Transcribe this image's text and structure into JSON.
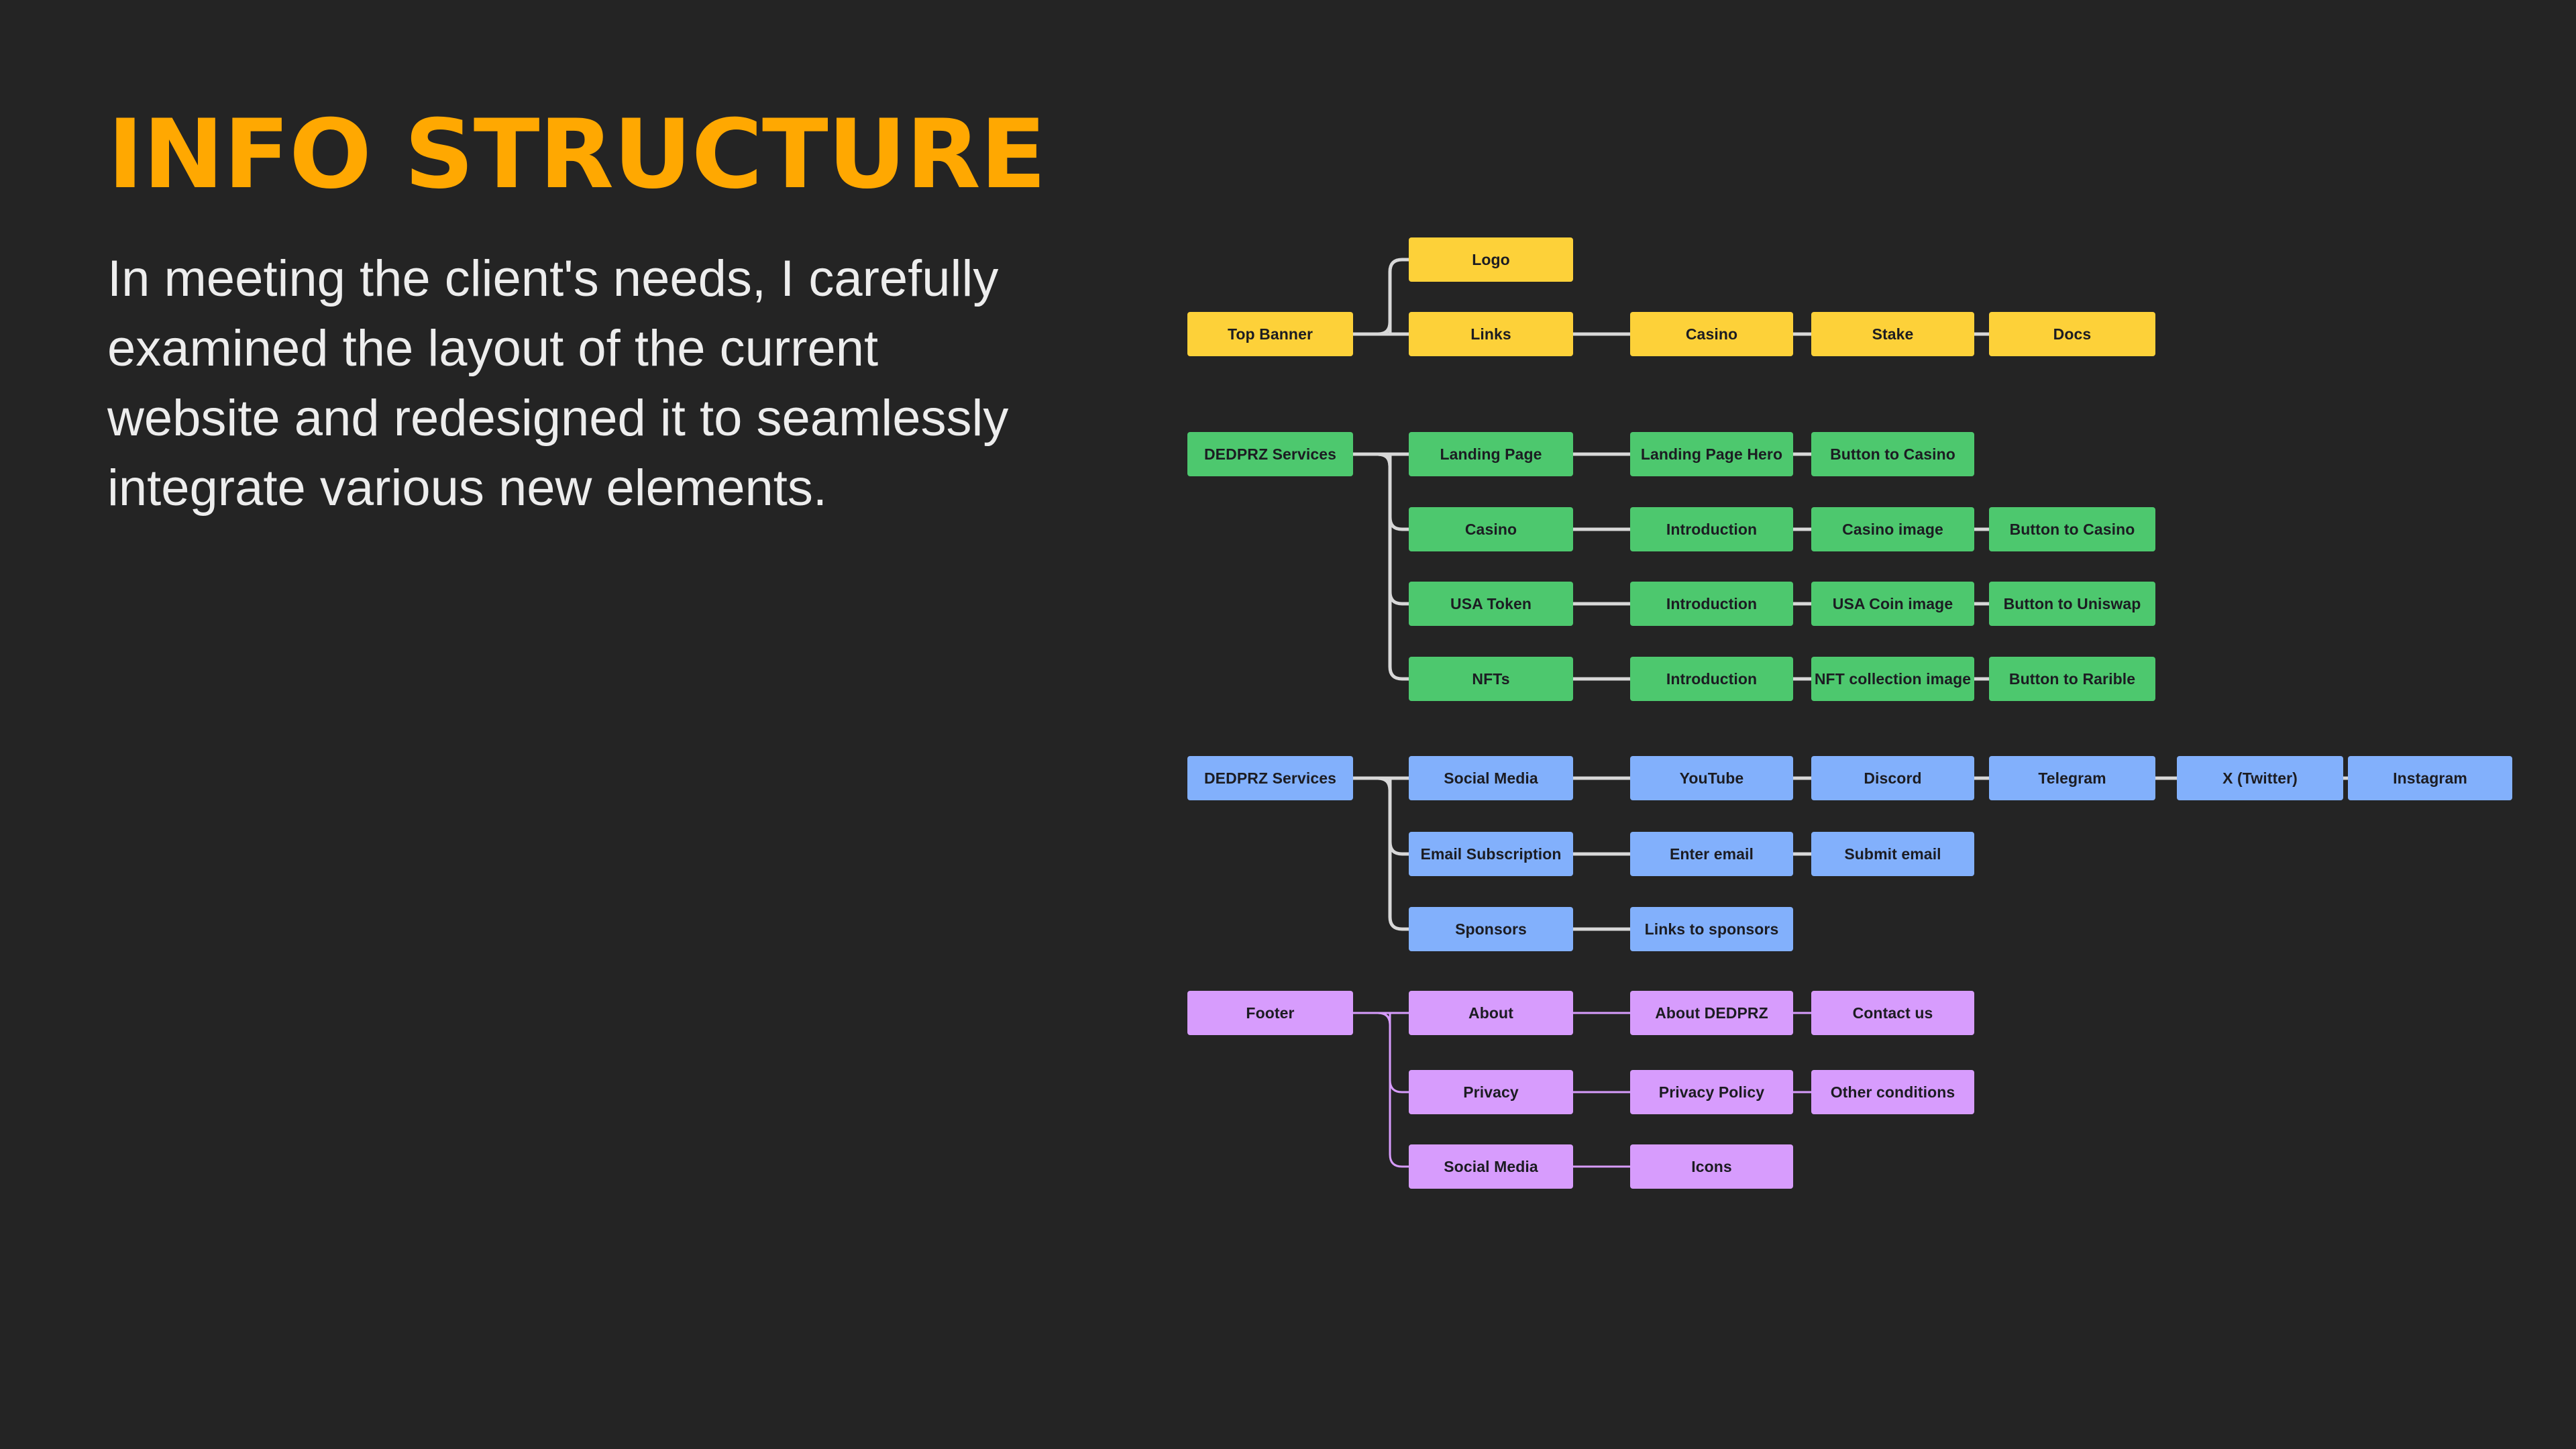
{
  "slide": {
    "background_color": "#242424",
    "title": "INFO STRUCTURE",
    "title_color": "#FFA801",
    "body": "In meeting the client's needs, I carefully examined the layout of the current website and redesigned it to seamlessly integrate various new elements."
  },
  "diagram": {
    "type": "sitemap-tree",
    "connector_colors": {
      "default": "#D8D8D8",
      "purple_section": "#D79CFD"
    },
    "sections": [
      {
        "id": "top-banner",
        "color": "#FDD139",
        "root": "Top Banner",
        "branches": [
          {
            "label": "Logo",
            "children": []
          },
          {
            "label": "Links",
            "children": [
              "Casino",
              "Stake",
              "Docs"
            ]
          }
        ]
      },
      {
        "id": "dedprz-services-pages",
        "color": "#4DC86E",
        "root": "DEDPRZ Services",
        "branches": [
          {
            "label": "Landing Page",
            "children": [
              "Landing Page Hero",
              "Button to Casino"
            ]
          },
          {
            "label": "Casino",
            "children": [
              "Introduction",
              "Casino image",
              "Button to Casino"
            ]
          },
          {
            "label": "USA Token",
            "children": [
              "Introduction",
              "USA Coin image",
              "Button to Uniswap"
            ]
          },
          {
            "label": "NFTs",
            "children": [
              "Introduction",
              "NFT collection image",
              "Button to Rarible"
            ]
          }
        ]
      },
      {
        "id": "dedprz-services-social",
        "color": "#82B0FC",
        "root": "DEDPRZ Services",
        "branches": [
          {
            "label": "Social Media",
            "children": [
              "YouTube",
              "Discord",
              "Telegram",
              "X (Twitter)",
              "Instagram"
            ]
          },
          {
            "label": "Email Subscription",
            "children": [
              "Enter email",
              "Submit email"
            ]
          },
          {
            "label": "Sponsors",
            "children": [
              "Links to sponsors"
            ]
          }
        ]
      },
      {
        "id": "footer",
        "color": "#D79CFD",
        "root": "Footer",
        "branches": [
          {
            "label": "About",
            "children": [
              "About DEDPRZ",
              "Contact us"
            ]
          },
          {
            "label": "Privacy",
            "children": [
              "Privacy Policy",
              "Other conditions"
            ]
          },
          {
            "label": "Social Media",
            "children": [
              "Icons"
            ]
          }
        ]
      }
    ]
  }
}
